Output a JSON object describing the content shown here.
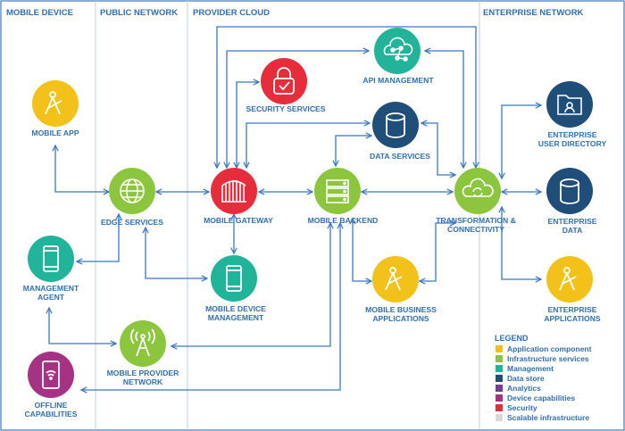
{
  "colors": {
    "application": "#f2c21a",
    "infrastructure": "#8cc63f",
    "management": "#22b39b",
    "data_store": "#1f4e79",
    "analytics": "#7a3b96",
    "device": "#a63286",
    "security": "#e52d3b",
    "scalable": "#d8d8d8",
    "line": "#3a78c0",
    "text": "#2f6fb0"
  },
  "zones": {
    "mobile_device": "MOBILE DEVICE",
    "public_network": "PUBLIC NETWORK",
    "provider_cloud": "PROVIDER CLOUD",
    "enterprise_network": "ENTERPRISE NETWORK"
  },
  "nodes": {
    "mobile_app": {
      "lines": [
        "MOBILE APP"
      ],
      "icon": "compass-icon"
    },
    "edge_services": {
      "lines": [
        "EDGE SERVICES"
      ],
      "icon": "globe-icon"
    },
    "management_agent": {
      "lines": [
        "MANAGEMENT",
        "AGENT"
      ],
      "icon": "phone-icon"
    },
    "offline_capabilities": {
      "lines": [
        "OFFLINE",
        "CAPABILITIES"
      ],
      "icon": "phone-wifi-icon"
    },
    "mobile_provider_network": {
      "lines": [
        "MOBILE PROVIDER",
        "NETWORK"
      ],
      "icon": "tower-icon"
    },
    "security_services": {
      "lines": [
        "SECURITY SERVICES"
      ],
      "icon": "lock-icon"
    },
    "mobile_gateway": {
      "lines": [
        "MOBILE GATEWAY"
      ],
      "icon": "gate-icon"
    },
    "mobile_device_management": {
      "lines": [
        "MOBILE DEVICE",
        "MANAGEMENT"
      ],
      "icon": "phone-icon"
    },
    "api_management": {
      "lines": [
        "API MANAGEMENT"
      ],
      "icon": "cloud-network-icon"
    },
    "data_services": {
      "lines": [
        "DATA SERVICES"
      ],
      "icon": "database-icon"
    },
    "mobile_backend": {
      "lines": [
        "MOBILE BACKEND"
      ],
      "icon": "server-icon"
    },
    "mobile_business_applications": {
      "lines": [
        "MOBILE BUSINESS",
        "APPLICATIONS"
      ],
      "icon": "compass-icon"
    },
    "transformation_connectivity": {
      "lines": [
        "TRANSFORMATION &",
        "CONNECTIVITY"
      ],
      "icon": "cloud-sync-icon"
    },
    "enterprise_user_directory": {
      "lines": [
        "ENTERPRISE",
        "USER DIRECTORY"
      ],
      "icon": "folder-user-icon"
    },
    "enterprise_data": {
      "lines": [
        "ENTERPRISE",
        "DATA"
      ],
      "icon": "database-icon"
    },
    "enterprise_applications": {
      "lines": [
        "ENTERPRISE",
        "APPLICATIONS"
      ],
      "icon": "compass-icon"
    }
  },
  "legend": {
    "title": "LEGEND",
    "items": [
      {
        "label": "Application component",
        "color": "#f2c21a"
      },
      {
        "label": "Infrastructure services",
        "color": "#8cc63f"
      },
      {
        "label": "Management",
        "color": "#22b39b"
      },
      {
        "label": "Data store",
        "color": "#1f4e79"
      },
      {
        "label": "Analytics",
        "color": "#7a3b96"
      },
      {
        "label": "Device capabilities",
        "color": "#a63286"
      },
      {
        "label": "Security",
        "color": "#e52d3b"
      },
      {
        "label": "Scalable infrastructure",
        "color": "#d8d8d8"
      }
    ]
  }
}
